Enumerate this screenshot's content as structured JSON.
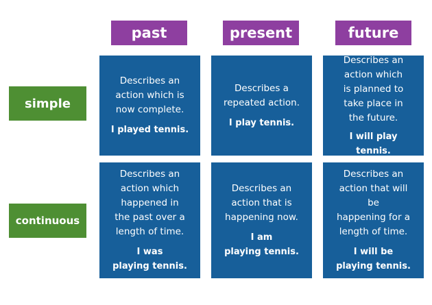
{
  "columns": {
    "past": "past",
    "present": "present",
    "future": "future"
  },
  "rows": {
    "simple": "simple",
    "continuous": "continuous"
  },
  "cells": {
    "simple_past": {
      "description": "Describes an\naction which is\nnow complete.",
      "example": "I played tennis."
    },
    "simple_present": {
      "description": "Describes a\nrepeated action.",
      "example": "I play tennis."
    },
    "simple_future": {
      "description": "Describes an\naction which\nis planned to\ntake place in\nthe future.",
      "example": "I will play tennis."
    },
    "continuous_past": {
      "description": "Describes an\naction which\nhappened in\nthe past over a\nlength of time.",
      "example": "I was\nplaying tennis."
    },
    "continuous_present": {
      "description": "Describes an\naction that is\nhappening now.",
      "example": "I am\nplaying tennis."
    },
    "continuous_future": {
      "description": "Describes an\naction that will be\nhappening for a\nlength of time.",
      "example": "I will be\nplaying tennis."
    }
  },
  "colors": {
    "column_header": "#8e3fa0",
    "row_header": "#4e8f33",
    "cell": "#175f9a"
  }
}
